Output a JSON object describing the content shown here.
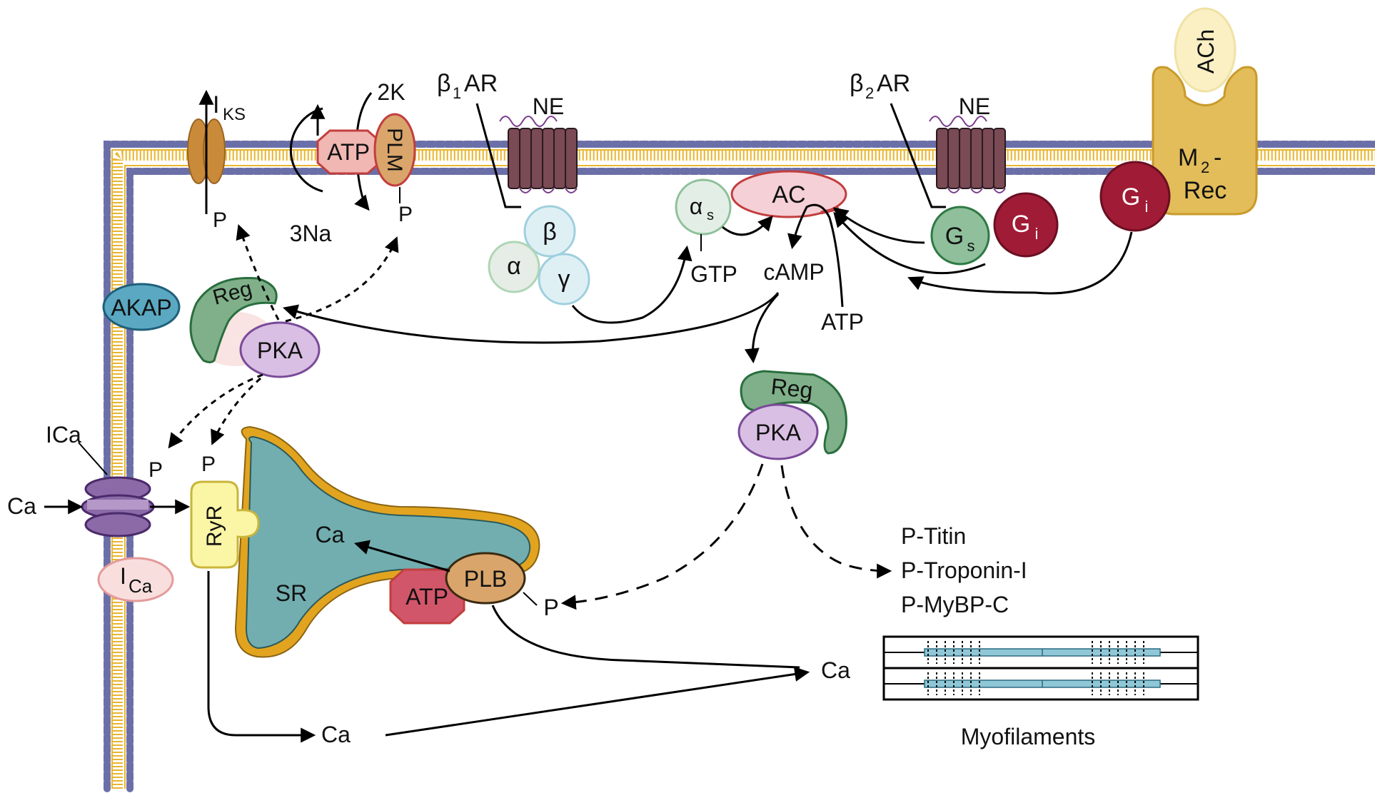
{
  "labels": {
    "iks_main": "I",
    "iks_sub": "KS",
    "p": "P",
    "two_k": "2K",
    "three_na": "3Na",
    "atp": "ATP",
    "plm": "PLM",
    "beta1ar_pre": "β",
    "beta1ar_sub": "1",
    "beta1ar_post": "AR",
    "beta2ar_pre": "β",
    "beta2ar_sub": "2",
    "beta2ar_post": "AR",
    "ne": "NE",
    "beta": "β",
    "alpha": "α",
    "gamma": "γ",
    "alpha_s_main": "α",
    "alpha_s_sub": "s",
    "ac": "AC",
    "gtp": "GTP",
    "camp": "cAMP",
    "gs_main": "G",
    "gs_sub": "s",
    "gi_main": "G",
    "gi_sub": "i",
    "ach": "ACh",
    "m2rec_line1": "M",
    "m2rec_sub": "2",
    "m2rec_dash": "-",
    "m2rec_line2": "Rec",
    "akap": "AKAP",
    "reg": "Reg",
    "pka": "PKA",
    "ica_top": "ICa",
    "ica_bottom_main": "I",
    "ica_bottom_sub": "Ca",
    "ca": "Ca",
    "ryr": "RyR",
    "sr": "SR",
    "plb": "PLB",
    "targets": [
      "P-Titin",
      "P-Troponin-I",
      "P-MyBP-C"
    ],
    "myofilaments": "Myofilaments"
  },
  "colors": {
    "membrane_head": "#6b6fa8",
    "membrane_tail": "#e8b530",
    "iks_channel": "#c98a3a",
    "atp_pump": "#f0b7b3",
    "plm": "#d9a56b",
    "receptor": "#7a4a55",
    "beta_subunits": "#dff0f5",
    "alpha_s": "#e3efe6",
    "ac": "#f5d0d6",
    "gs": "#8fbf9b",
    "gi": "#a01b35",
    "m2rec": "#e2bd5a",
    "ach": "#fbf0c4",
    "akap": "#5aa8c2",
    "reg": "#7fb089",
    "pka": "#d9bfe3",
    "ca_channel": "#8c6aa8",
    "ica_oval": "#f9dede",
    "ryr": "#fbf5a6",
    "sr": "#72aeb0",
    "sr_border": "#e2a41f",
    "atp_sr": "#d2566a",
    "plb": "#d9a56b",
    "filament": "#8fc7d6"
  }
}
